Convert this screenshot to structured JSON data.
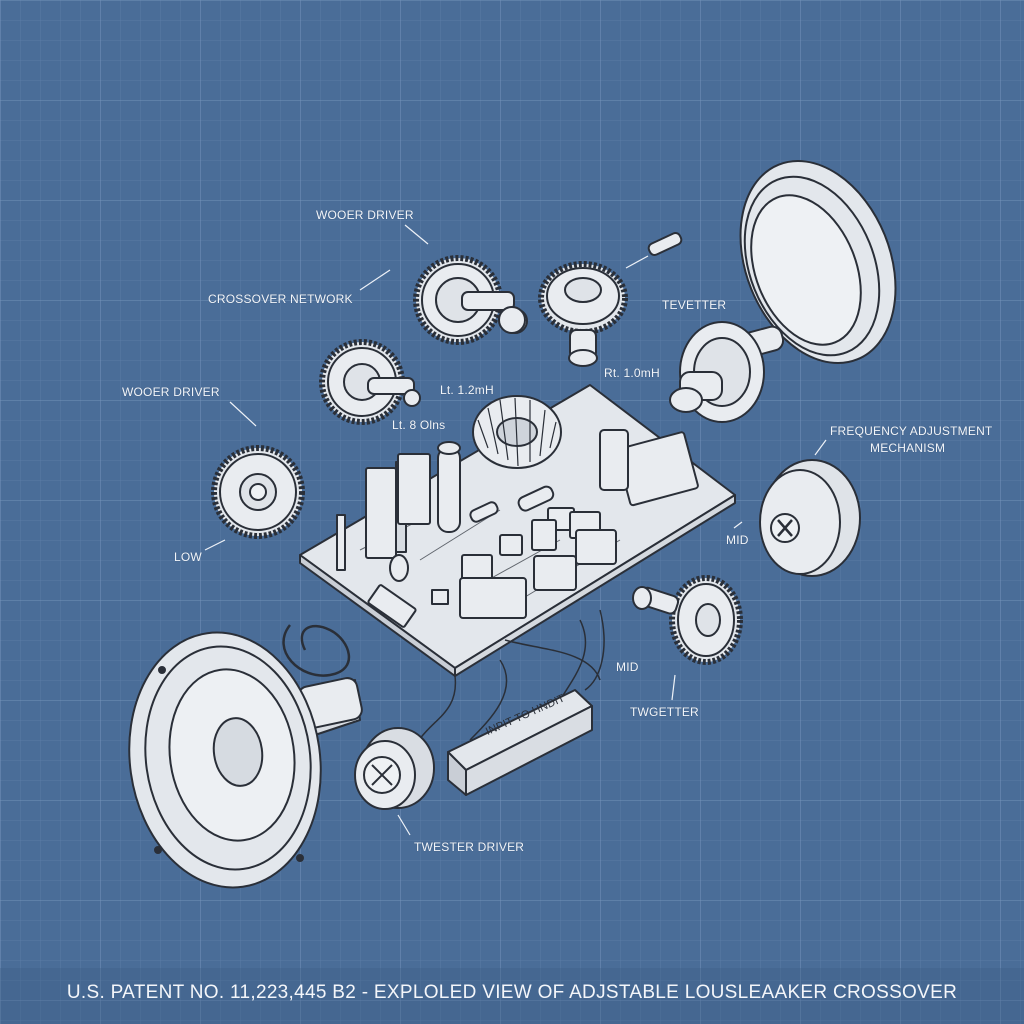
{
  "diagram": {
    "labels": {
      "woofer_driver_top": "WOOER DRIVER",
      "crossover_network": "CROSSOVER NETWORK",
      "woofer_driver_left": "WOOER DRIVER",
      "low": "LOW",
      "inductor_value": "Lt. 1.2mH",
      "resistance_value": "Lt. 8 Olns",
      "r_value": "Rt. 1.0mH",
      "tweeter_top": "TEVETTER",
      "frequency_adjustment_line1": "FREQUENCY ADJUSTMENT",
      "frequency_adjustment_line2": "MECHANISM",
      "mid_right": "MID",
      "mid_lower": "MID",
      "tweeter_lower": "TWGETTER",
      "tweeter_driver": "TWESTER DRIVER",
      "input_terminal": "INPIT TO HNDIT"
    },
    "caption": "U.S. PATENT NO. 11,223,445 B2 - EXPLOLED VIEW OF ADJSTABLE LOUSLEAAKER CROSSOVER"
  },
  "colors": {
    "background": "#4a6d98",
    "grid": "#6f8fb8",
    "part_fill": "#e9ecf0",
    "part_stroke": "#2a2f38",
    "label_text": "#f2f5fa"
  }
}
